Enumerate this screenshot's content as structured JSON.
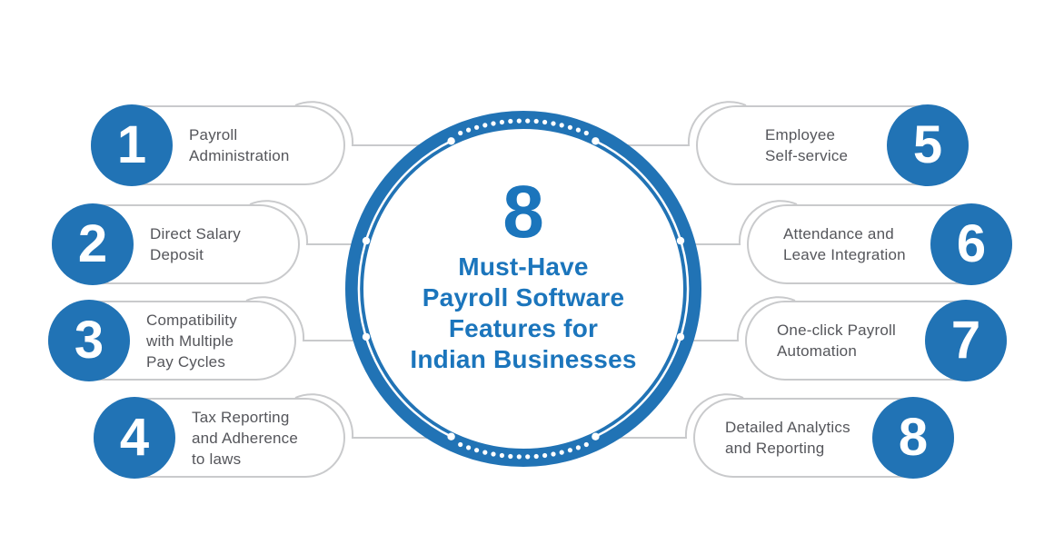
{
  "colors": {
    "accent_blue": "#2173b5",
    "title_blue": "#1b75bc",
    "pill_border": "#c9cacc",
    "pill_text": "#55565b",
    "connector": "#c9cacc",
    "background": "#ffffff",
    "number_text": "#ffffff"
  },
  "center": {
    "count": "8",
    "title": "Must-Have\nPayroll Software\nFeatures for\nIndian Businesses"
  },
  "features": [
    {
      "number": "1",
      "label": "Payroll\nAdministration"
    },
    {
      "number": "2",
      "label": "Direct Salary\nDeposit"
    },
    {
      "number": "3",
      "label": "Compatibility\nwith Multiple\nPay Cycles"
    },
    {
      "number": "4",
      "label": "Tax Reporting\nand Adherence\nto laws"
    },
    {
      "number": "5",
      "label": "Employee\nSelf-service"
    },
    {
      "number": "6",
      "label": "Attendance and\nLeave Integration"
    },
    {
      "number": "7",
      "label": "One-click Payroll\nAutomation"
    },
    {
      "number": "8",
      "label": "Detailed Analytics\nand Reporting"
    }
  ]
}
